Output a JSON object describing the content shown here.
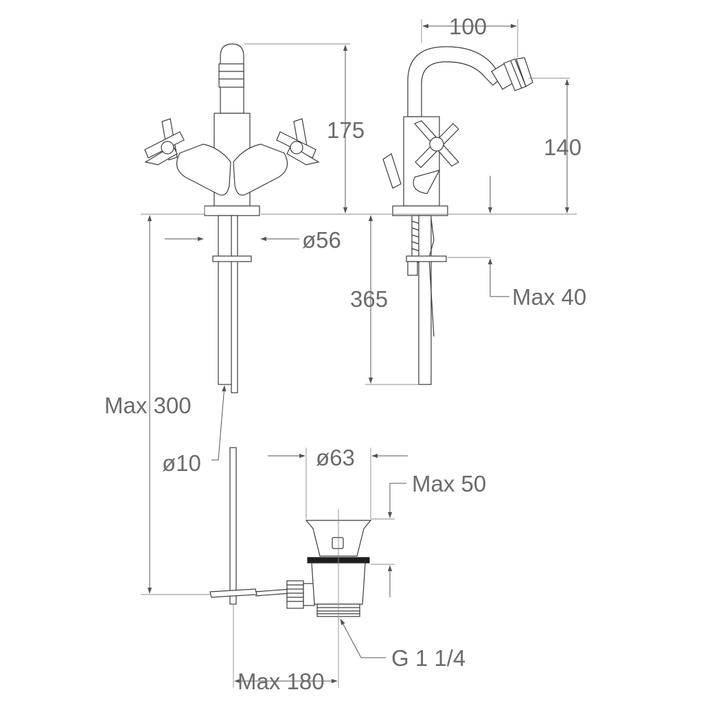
{
  "drawing": {
    "dimensions": {
      "spout_height_front": "175",
      "spout_reach": "100",
      "spout_height_side": "140",
      "body_base_diameter": "ø56",
      "tail_length": "365",
      "deck_max_thickness": "Max 40",
      "pull_rod_max": "Max 300",
      "pull_rod_diameter": "ø10",
      "waste_flange_diameter": "ø63",
      "waste_max_height": "Max 50",
      "waste_thread": "G 1 1/4",
      "rod_max_offset": "Max 180"
    },
    "colors": {
      "line": "#3a3a3a",
      "dimension_text": "#6b6b6b",
      "background": "#ffffff"
    }
  }
}
